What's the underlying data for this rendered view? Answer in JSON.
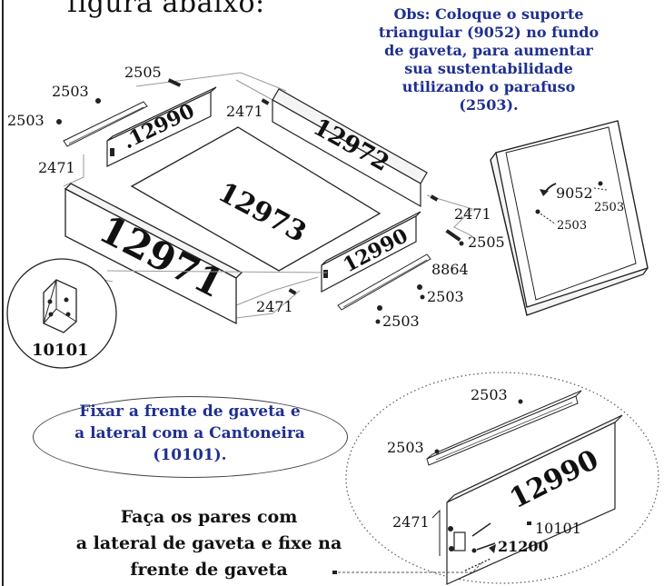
{
  "title_fragment": "figura abaixo:",
  "note": {
    "lines": [
      "Obs: Coloque o suporte",
      "triangular (9052) no fundo",
      "de gaveta, para aumentar",
      "sua sustentabilidade",
      "utilizando o parafuso",
      "(2503)."
    ],
    "color": "#1f2f8f"
  },
  "instruction_fix": {
    "lines": [
      "Fixar a frente de gaveta e",
      "a lateral com a Cantoneira",
      "(10101)."
    ],
    "color": "#1f2f8f"
  },
  "instruction_pairs": {
    "lines": [
      "Faça os pares com",
      "a lateral de gaveta e fixe na",
      "frente de gaveta"
    ]
  },
  "parts": {
    "front": "12971",
    "bottom": "12973",
    "back": "12972",
    "side_left": ".12990",
    "side_right": "12990",
    "detail_side": "12990",
    "bracket": "10101",
    "corner_support": "9052"
  },
  "labels": {
    "screw_2503": "2503",
    "screw_2505": "2505",
    "dowel_2471": "2471",
    "slide_8864": "8864",
    "cam_21200": "21200",
    "bracket_10101": "10101",
    "support_9052": "9052"
  }
}
